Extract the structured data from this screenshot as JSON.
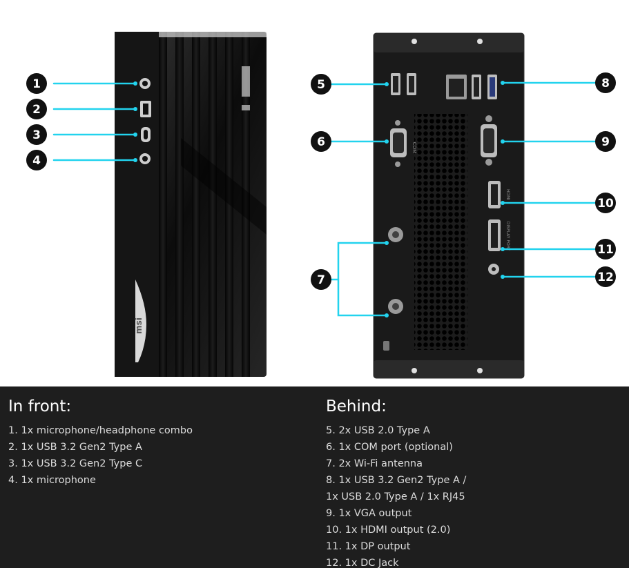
{
  "callouts": {
    "front": [
      "1",
      "2",
      "3",
      "4"
    ],
    "behind_left": [
      "5",
      "6",
      "7"
    ],
    "behind_right": [
      "8",
      "9",
      "10",
      "11",
      "12"
    ]
  },
  "device": {
    "logo_text": "msi",
    "port_labels": [
      "COM",
      "HDMI",
      "DISPLAY PORT"
    ]
  },
  "colors": {
    "callout_line": "#22d3ee",
    "callout_badge": "#111111",
    "chassis": "#1a1a1a",
    "panel_bg": "#1e1e1e"
  },
  "front_section": {
    "title": "In front:",
    "items": [
      "1. 1x microphone/headphone combo",
      "2. 1x USB 3.2 Gen2 Type A",
      "3. 1x USB 3.2 Gen2 Type C",
      "4. 1x microphone"
    ]
  },
  "behind_section": {
    "title": "Behind:",
    "items": [
      "5. 2x USB 2.0 Type A",
      "6. 1x COM port (optional)",
      "7. 2x Wi-Fi antenna",
      "8. 1x USB 3.2 Gen2 Type A /",
      "1x USB 2.0 Type A / 1x RJ45",
      "9. 1x VGA output",
      "10. 1x HDMI output (2.0)",
      "11. 1x DP output",
      "12. 1x DC Jack"
    ]
  }
}
